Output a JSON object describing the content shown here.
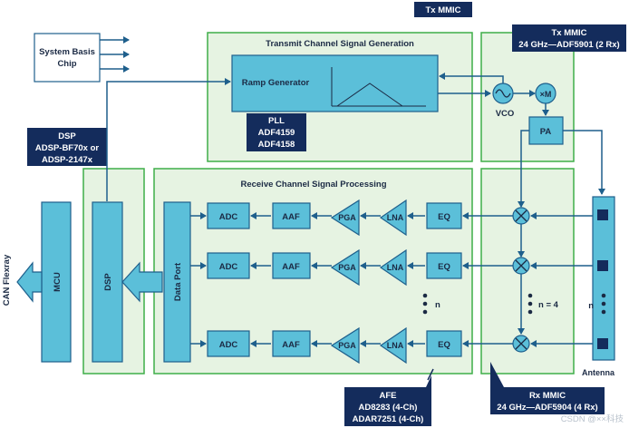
{
  "header": {
    "tx_mmic_top": "Tx MMIC"
  },
  "system_basis_chip": {
    "label": "System Basis Chip"
  },
  "dsp_callout": {
    "line1": "DSP",
    "line2": "ADSP-BF70x or",
    "line3": "ADSP-2147x"
  },
  "tx_mmic_callout": {
    "line1": "Tx MMIC",
    "line2": "24 GHz—ADF5901 (2 Rx)"
  },
  "transmit_section": {
    "title": "Transmit Channel Signal Generation",
    "ramp_generator": "Ramp Generator"
  },
  "pll_callout": {
    "line1": "PLL",
    "line2": "ADF4159",
    "line3": "ADF4158"
  },
  "vco": {
    "label": "VCO"
  },
  "multiplier": {
    "label": "×M"
  },
  "pa": {
    "label": "PA"
  },
  "receive_section": {
    "title": "Receive Channel Signal Processing"
  },
  "mcu": {
    "label": "MCU"
  },
  "dsp_block": {
    "label": "DSP"
  },
  "data_port": {
    "label": "Data Port"
  },
  "can_flexray": {
    "label": "CAN Flexray"
  },
  "channels": [
    {
      "adc": "ADC",
      "aaf": "AAF",
      "pga": "PGA",
      "lna": "LNA",
      "eq": "EQ"
    },
    {
      "adc": "ADC",
      "aaf": "AAF",
      "pga": "PGA",
      "lna": "LNA",
      "eq": "EQ"
    },
    {
      "adc": "ADC",
      "aaf": "AAF",
      "pga": "PGA",
      "lna": "LNA",
      "eq": "EQ"
    }
  ],
  "rx_ellipsis_n": "n",
  "mixer_ellipsis_n": "n = 4",
  "antenna_ellipsis_n": "n",
  "antenna": {
    "label": "Antenna"
  },
  "afe_callout": {
    "line1": "AFE",
    "line2": "AD8283 (4-Ch)",
    "line3": "ADAR7251 (4-Ch)"
  },
  "rx_mmic_callout": {
    "line1": "Rx MMIC",
    "line2": "24 GHz—ADF5904 (4 Rx)"
  },
  "watermark": "CSDN @××科技",
  "colors": {
    "block": "#5bbfd9",
    "zone_fill": "#e6f3e2",
    "zone_border": "#3fae49",
    "callout": "#142c5c",
    "wire": "#1e5f8c"
  }
}
